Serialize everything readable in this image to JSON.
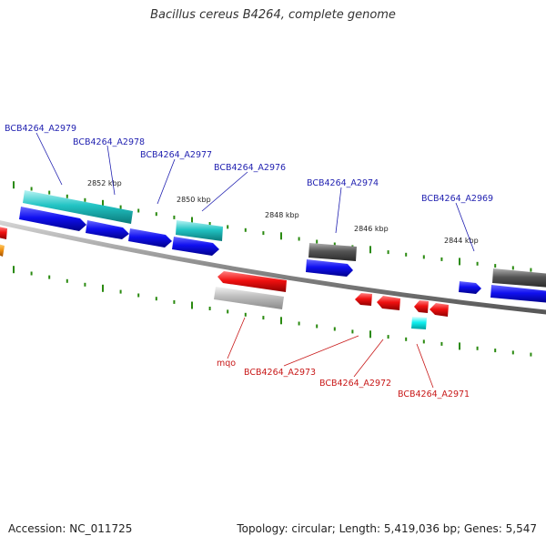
{
  "title": "Bacillus cereus B4264, complete genome",
  "accession": "Accession: NC_011725",
  "summary": "Topology: circular; Length: 5,419,036 bp; Genes: 5,547",
  "colors": {
    "backbone": "#8a8a8a",
    "tick": "#2a8a10",
    "label_top": "#1f1fb0",
    "label_bottom": "#c81818"
  },
  "scale_labels": [
    "2852 kbp",
    "2850 kbp",
    "2848 kbp",
    "2846 kbp",
    "2844 kbp"
  ],
  "top_gene_labels": [
    "BCB4264_A2979",
    "BCB4264_A2978",
    "BCB4264_A2977",
    "BCB4264_A2976",
    "BCB4264_A2974",
    "BCB4264_A2969"
  ],
  "bottom_gene_labels": [
    "mqo",
    "BCB4264_A2973",
    "BCB4264_A2972",
    "BCB4264_A2971"
  ]
}
